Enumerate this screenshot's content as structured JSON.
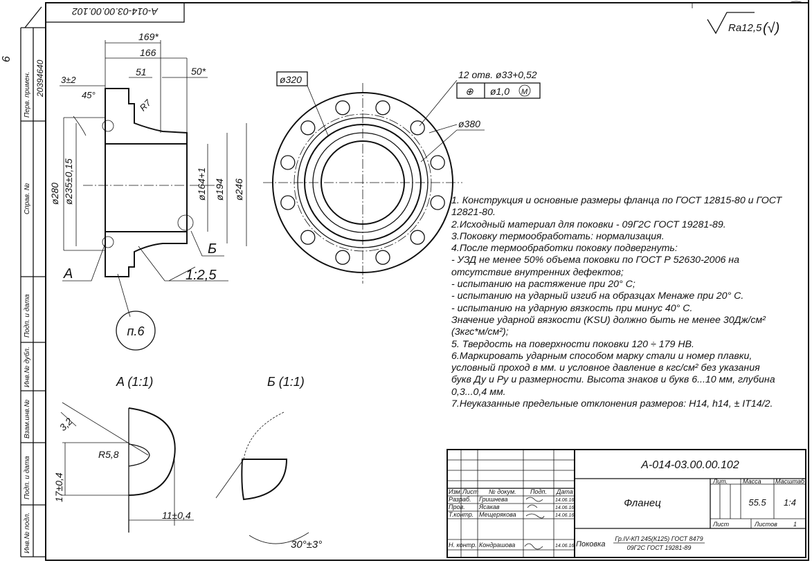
{
  "doc_code_rotated": "A-014-03.00.00.102",
  "roughness": {
    "value": "Ra12,5",
    "suffix": "(√)"
  },
  "dims": {
    "d169": "169*",
    "d166": "166",
    "d51": "51",
    "d50": "50*",
    "d3": "3±2",
    "a45": "45°",
    "r7": "R7",
    "d280": "ø280",
    "d235": "ø235±0,15",
    "d164": "ø164+1",
    "d194": "ø194",
    "d246": "ø246",
    "d320": "ø320",
    "d380": "ø380",
    "holes": "12 отв. ø33+0,52",
    "tol_pos": "ø1,0",
    "tol_m": "M",
    "mark_a": "A",
    "mark_b": "Б",
    "taper": "1:2,5",
    "note_ref": "п.6"
  },
  "view_a": {
    "title": "A (1:1)",
    "d32": "3,2",
    "r58": "R5,8",
    "d17": "17±0,4",
    "d11": "11±0,4"
  },
  "view_b": {
    "title": "Б (1:1)",
    "a30": "30°±3°"
  },
  "left_strip": [
    {
      "label": "Перв. примен.",
      "value": "20394640"
    },
    {
      "label": "Справ. №"
    },
    {
      "label": "Подп. и дата"
    },
    {
      "label": "Инв.№ дубл."
    },
    {
      "label": "Взам.инв.№"
    },
    {
      "label": "Подп. и дата"
    },
    {
      "label": "Инв.№ подл."
    }
  ],
  "notes": [
    "1. Конструкция и основные размеры фланца по ГОСТ 12815-80 и ГОСТ",
    "12821-80.",
    "2.Исходный материал для поковки - 09Г2С ГОСТ 19281-89.",
    "3.Поковку термообработать: нормализация.",
    "4.После термообработки поковку подвергнуть:",
    "   - УЗД не менее 50% объема поковки по ГОСТ Р 52630-2006 на",
    "отсутствие внутренних дефектов;",
    " - испытанию на растяжение при 20° С;",
    " - испытанию на ударный изгиб на образцах Менаже при  20° С.",
    " -  испытанию на ударную вязкость при  минус 40° С.",
    "     Значение ударной вязкости (KSU) должно быть не менее 30Дж/см²",
    "(3кгс*м/см²);",
    "5. Твердость на поверхности поковки 120 ÷ 179 НВ.",
    "6.Маркировать ударным способом марку стали и номер плавки,",
    "условный проход в мм. и условное давление в кгс/см² без указания",
    "букв Ду и Ру и размерности. Высота знаков и букв 6...10 мм, глубина",
    "0,3...0,4 мм.",
    "7.Неуказанные предельные отклонения размеров: H14, h14, ± IT14/2."
  ],
  "title_block": {
    "designation": "A-014-03.00.00.102",
    "name": "Фланец",
    "hdr_lit": "Лит.",
    "hdr_mass": "Масса",
    "hdr_scale": "Масштаб",
    "mass": "55.5",
    "scale": "1:4",
    "sheet_label": "Лист",
    "sheets_label": "Листов",
    "sheets": "1",
    "col_izm": "Изм.",
    "col_list": "Лист",
    "col_doc": "№ докум.",
    "col_sign": "Подп.",
    "col_date": "Дата",
    "roles": [
      {
        "role": "Разраб.",
        "name": "Гришнева",
        "date": "14.06.16"
      },
      {
        "role": "Пров.",
        "name": "Ясакав",
        "date": "14.06.16"
      },
      {
        "role": "Т.контр.",
        "name": "Мещерякова",
        "date": "14.06.16"
      },
      {
        "role": "Н. контр.",
        "name": "Кондрашова",
        "date": "14.06.16"
      }
    ],
    "material_prefix": "Поковка",
    "material_top": "Гр.IV-КП 245(К125) ГОСТ 8479",
    "material_bottom": "09Г2С ГОСТ 19281-89"
  }
}
